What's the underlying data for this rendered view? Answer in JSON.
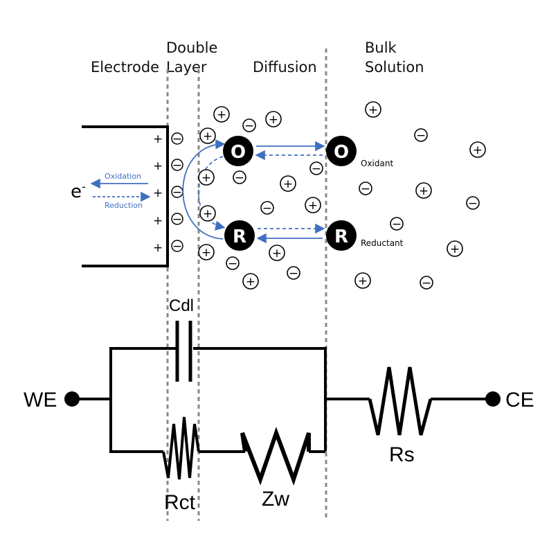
{
  "regions": {
    "electrode": "Electrode",
    "double_layer": [
      "Double",
      "Layer"
    ],
    "diffusion": "Diffusion",
    "bulk": [
      "Bulk",
      "Solution"
    ]
  },
  "electron": {
    "base": "e",
    "sup": "-"
  },
  "arrows": {
    "oxidation": "Oxidation",
    "reduction": "Reduction"
  },
  "species": {
    "ox_symbol": "O",
    "red_symbol": "R",
    "oxidant_label": "Oxidant",
    "reductant_label": "Reductant"
  },
  "ion_symbols": {
    "plus": "+",
    "minus": "−"
  },
  "circuit": {
    "we": "WE",
    "ce": "CE",
    "cdl": "Cdl",
    "rct": "Rct",
    "zw": "Zw",
    "rs": "Rs"
  },
  "colors": {
    "arrow_blue": "#3f6fc0",
    "divider_gray": "#8a8a8a",
    "line": "#000000"
  }
}
